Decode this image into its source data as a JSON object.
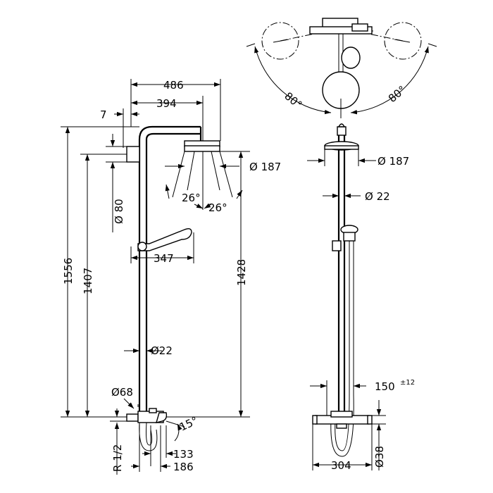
{
  "left_view": {
    "dim_486": "486",
    "dim_394": "394",
    "dim_7": "7",
    "dim_d80": "Ø 80",
    "dim_d187": "Ø 187",
    "dim_26a": "26°",
    "dim_26b": "26°",
    "dim_347": "347",
    "dim_1556": "1556",
    "dim_1407": "1407",
    "dim_1428": "1428",
    "dim_d22": "Ø22",
    "dim_d68": "Ø68",
    "dim_r12": "R 1/2",
    "dim_15": "15°",
    "dim_133": "133",
    "dim_186": "186"
  },
  "right_view": {
    "dim_d187": "Ø 187",
    "dim_d22": "Ø 22",
    "dim_150": "150",
    "dim_150_tol": "±12",
    "dim_d38": "Ø38",
    "dim_304": "304"
  },
  "top_view": {
    "angle_left": "80°",
    "angle_right": "80°"
  }
}
